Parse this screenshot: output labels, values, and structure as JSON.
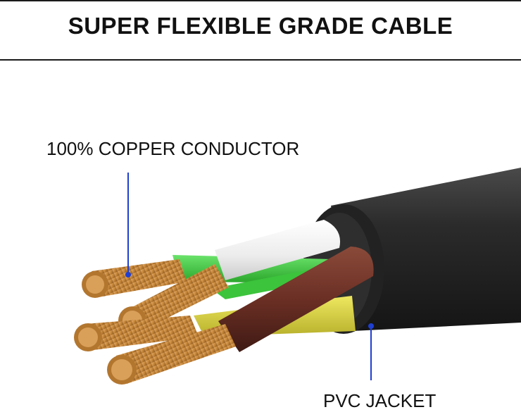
{
  "header": {
    "title": "SUPER FLEXIBLE GRADE CABLE"
  },
  "callouts": {
    "conductor_label": "100% COPPER CONDUCTOR",
    "jacket_label": "PVC JACKET"
  },
  "colors": {
    "jacket": "#2a2a2a",
    "wire_white": "#f2f2f2",
    "wire_green": "#3cc43c",
    "wire_brown": "#6b2f24",
    "wire_yellow": "#d9d23a",
    "copper": "#c98a3c",
    "pointer": "#1f3fd0"
  },
  "icons": [
    "conductor-pointer-dot",
    "jacket-pointer-dot"
  ]
}
